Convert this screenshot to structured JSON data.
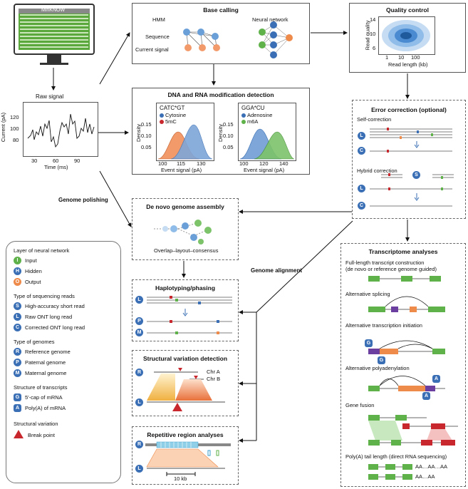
{
  "minknow": {
    "label": "MinKNOW"
  },
  "raw_signal": {
    "title": "Raw signal",
    "ylabel": "Current (pA)",
    "xlabel": "Time (ms)",
    "yticks": [
      "120",
      "100",
      "80"
    ],
    "xticks": [
      "30",
      "60",
      "90"
    ]
  },
  "base_calling": {
    "title": "Base calling",
    "hmm_label": "HMM",
    "nn_label": "Neural network",
    "sequence_label": "Sequence",
    "current_label": "Current signal"
  },
  "modification": {
    "title": "DNA and RNA modification detection",
    "left_motif": "CATC*GT",
    "left_legend": [
      "Cytosine",
      "5mC"
    ],
    "left_xticks": [
      "100",
      "115",
      "130"
    ],
    "right_motif": "GGA*CU",
    "right_legend": [
      "Adenosine",
      "m6A"
    ],
    "right_xticks": [
      "100",
      "120",
      "140"
    ],
    "yticks": [
      "0.15",
      "0.10",
      "0.05"
    ],
    "ylabel": "Density",
    "xlabel": "Event signal (pA)"
  },
  "quality_control": {
    "title": "Quality control",
    "ylabel": "Read quality",
    "xlabel": "Read length (kb)",
    "yticks": [
      "14",
      "10",
      "6"
    ],
    "xticks": [
      "1",
      "10",
      "100"
    ]
  },
  "error_correction": {
    "title": "Error correction (optional)",
    "self": "Self-correction",
    "hybrid": "Hybrid correction"
  },
  "genome_polishing": "Genome polishing",
  "genome_alignment": "Genome alignment",
  "de_novo": {
    "title": "De novo genome assembly",
    "caption": "Overlap–layout–consensus"
  },
  "haplotyping": {
    "title": "Haplotyping/phasing"
  },
  "structural": {
    "title": "Structural variation detection",
    "chr_a": "Chr A",
    "chr_b": "Chr B"
  },
  "repetitive": {
    "title": "Repetitive region analyses",
    "scale": "10 kb"
  },
  "transcriptome": {
    "title": "Transcriptome analyses",
    "items": [
      "Full-length transcript construction",
      "(de novo or reference genome guided)",
      "Alternative splicing",
      "Alternative transcription initiation",
      "Alternative polyadenylation",
      "Gene fusion",
      "Poly(A) tail length (direct RNA sequencing)"
    ],
    "polya_1": "AA…AA…AA",
    "polya_2": "AA…AA"
  },
  "legend": {
    "h_layer": "Layer of neural network",
    "input": "Input",
    "hidden": "Hidden",
    "output": "Output",
    "h_reads": "Type of sequencing reads",
    "short": "High-accuracy short read",
    "raw": "Raw ONT long read",
    "corrected": "Corrected ONT long read",
    "h_genomes": "Type of genomes",
    "reference": "Reference genome",
    "paternal": "Paternal genome",
    "maternal": "Maternal genome",
    "h_transcripts": "Structure of transcripts",
    "cap": "5′-cap of mRNA",
    "polya": "Poly(A) of mRNA",
    "h_sv": "Structural variation",
    "bp": "Break point"
  },
  "colors": {
    "blue": "#3a6fb5",
    "green": "#5fb24a",
    "orange": "#ee8a4a",
    "purple": "#6b3fa0",
    "red": "#c8282d",
    "grey": "#888888"
  }
}
